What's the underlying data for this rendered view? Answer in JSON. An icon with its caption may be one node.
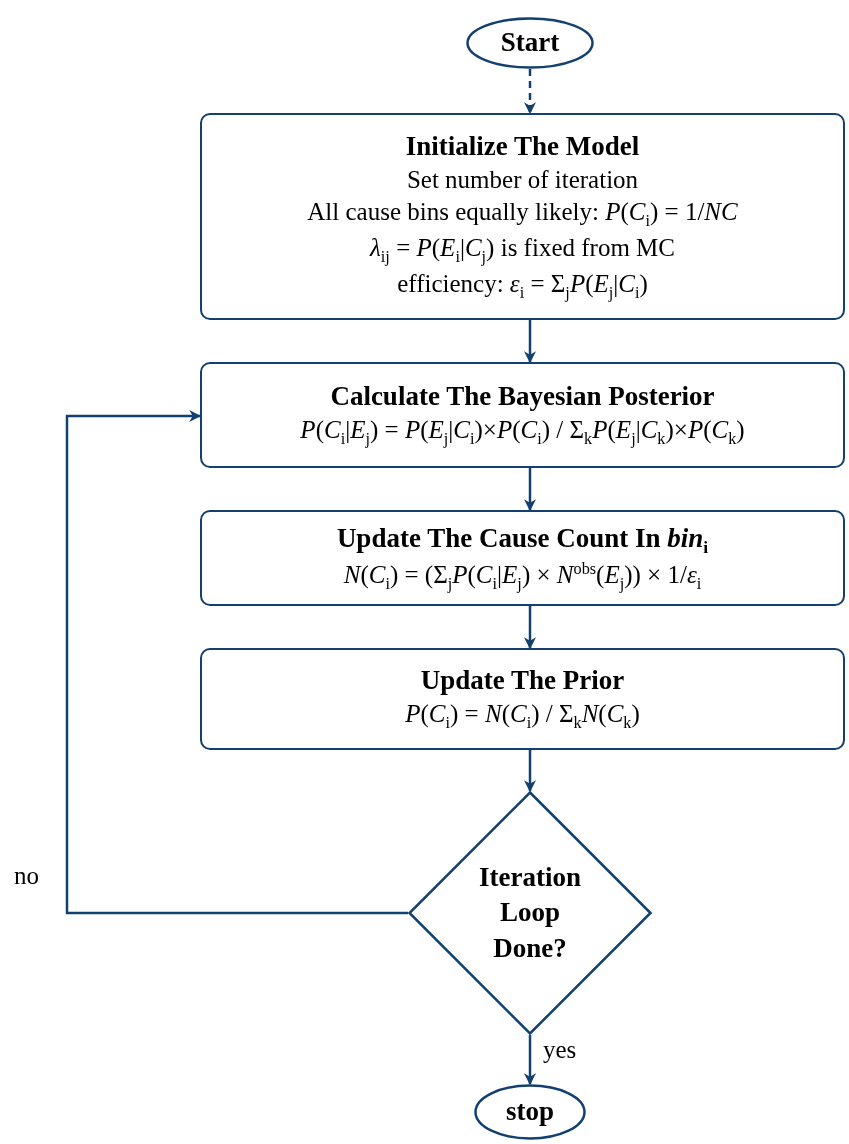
{
  "diagram": {
    "nodes": [
      {
        "text": [
          "Start"
        ]
      },
      {
        "text": [
          "Initialize The Model",
          "Set number of iteration",
          "All cause bins equally likely: *P*(*C*$_{i}$) = 1/*NC*",
          "*λ*$_{ij}$ = *P*(*E*$_{i}$|*C*$_{j}$) is fixed from MC",
          "efficiency: *ε*$_{i}$ = Σ$_{j}$*P*(*E*$_{j}$|*C*$_{i}$)"
        ]
      },
      {
        "text": [
          "Calculate The Bayesian Posterior",
          "*P*(*C*$_{i}$|*E*$_{j}$) = *P*(*E*$_{j}$|*C*$_{i}$)×*P*(*C*$_{i}$) / Σ$_{k}$*P*(*E*$_{j}$|*C*$_{k}$)×*P*(*C*$_{k}$)"
        ]
      },
      {
        "text": [
          "Update The Cause Count In *bin*$_{i}$",
          "*N*(*C*$_{i}$) = (Σ$_{j}$*P*(*C*$_{i}$|*E*$_{j}$) × *N*$^{obs}$(*E*$_{j}$)) × 1/*ε*$_{i}$"
        ]
      },
      {
        "text": [
          "Update The Prior",
          "*P*(*C*$_{i}$) = *N*(*C*$_{i}$) / Σ$_{k}$*N*(*C*$_{k}$)"
        ]
      },
      {
        "text": [
          "Iteration Loop Done?"
        ]
      },
      {
        "text": [
          "stop"
        ]
      }
    ],
    "edges": [
      {
        "from": 0,
        "to": 1,
        "arrow": "to",
        "style": "dashed"
      },
      {
        "from": 1,
        "to": 2,
        "arrow": "to"
      },
      {
        "from": 2,
        "to": 3,
        "arrow": "to"
      },
      {
        "from": 3,
        "to": 4,
        "arrow": "to"
      },
      {
        "from": 4,
        "to": 5,
        "arrow": "to"
      },
      {
        "from": 5,
        "to": 2,
        "arrow": "to",
        "label": "no"
      },
      {
        "from": 5,
        "to": 6,
        "arrow": "to",
        "label": "yes"
      }
    ]
  }
}
